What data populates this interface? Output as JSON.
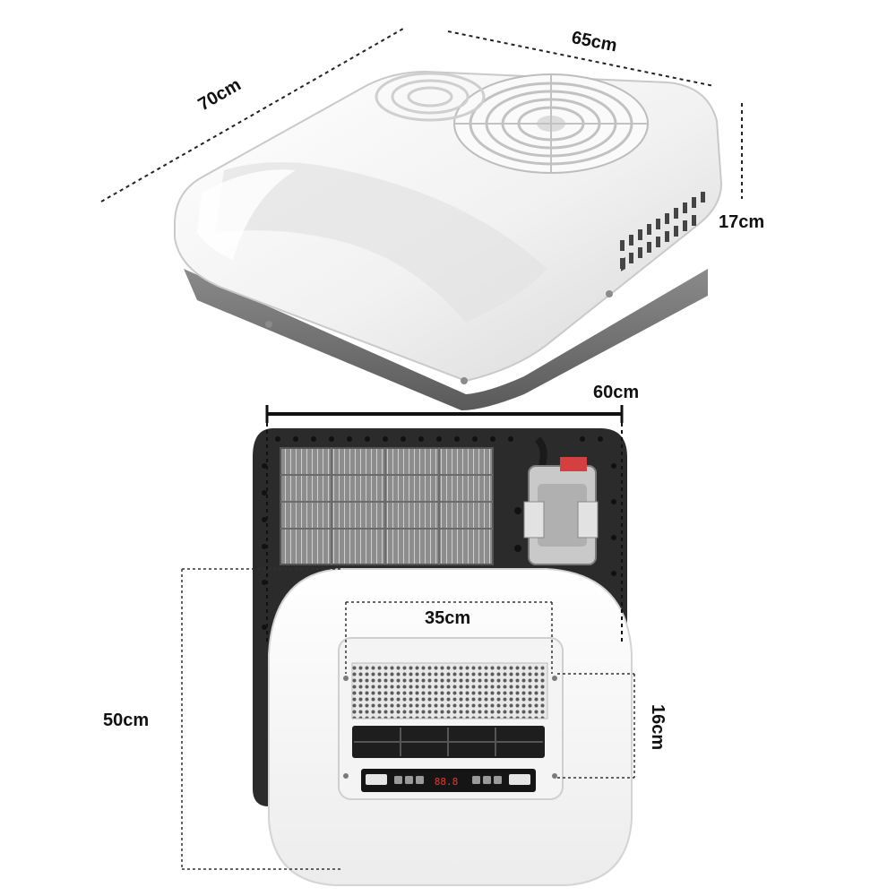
{
  "dimensions": {
    "length": "70cm",
    "width": "65cm",
    "height": "17cm",
    "base_width": "60cm",
    "base_length": "50cm",
    "panel_width": "35cm",
    "panel_height": "16cm"
  },
  "control_panel": {
    "display_readout": "88.8"
  },
  "colors": {
    "shell": "#f3f3f3",
    "base_plate": "#2b2b2b",
    "dimension_line": "#222222"
  }
}
